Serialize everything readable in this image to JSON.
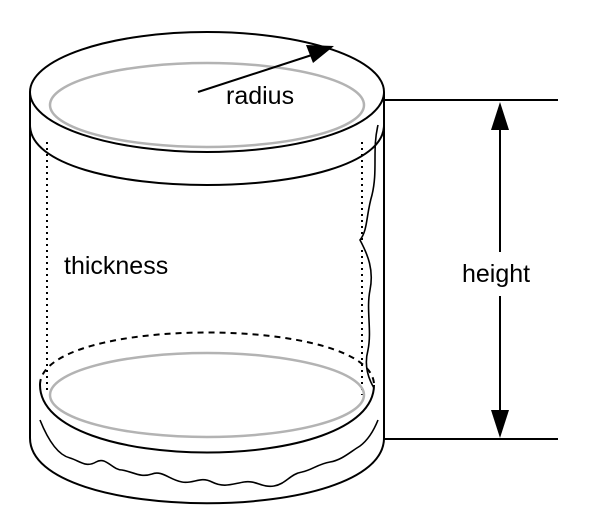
{
  "diagram": {
    "labels": {
      "radius": "radius",
      "thickness": "thickness",
      "height": "height"
    },
    "colors": {
      "stroke": "#000000",
      "inner_rim": "#b3b3b3",
      "background": "#ffffff"
    }
  }
}
